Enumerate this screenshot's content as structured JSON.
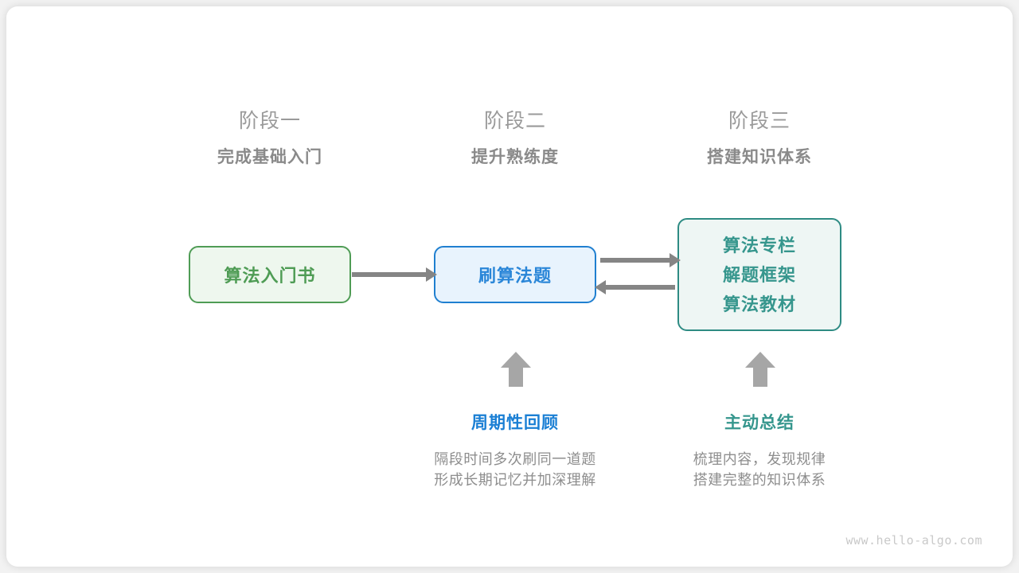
{
  "stages": [
    {
      "name": "阶段一",
      "goal": "完成基础入门"
    },
    {
      "name": "阶段二",
      "goal": "提升熟练度"
    },
    {
      "name": "阶段三",
      "goal": "搭建知识体系"
    }
  ],
  "nodes": {
    "book": {
      "label": "算法入门书",
      "color": "#4f9c55"
    },
    "practice": {
      "label": "刷算法题",
      "color": "#2a86d8"
    },
    "resources": {
      "lines": [
        "算法专栏",
        "解题框架",
        "算法教材"
      ],
      "color": "#36968d"
    }
  },
  "notes": [
    {
      "title": "周期性回顾",
      "color": "#1a7fd4",
      "desc_line1": "隔段时间多次刷同一道题",
      "desc_line2": "形成长期记忆并加深理解"
    },
    {
      "title": "主动总结",
      "color": "#35968d",
      "desc_line1": "梳理内容，发现规律",
      "desc_line2": "搭建完整的知识体系"
    }
  ],
  "watermark": "www.hello-algo.com"
}
